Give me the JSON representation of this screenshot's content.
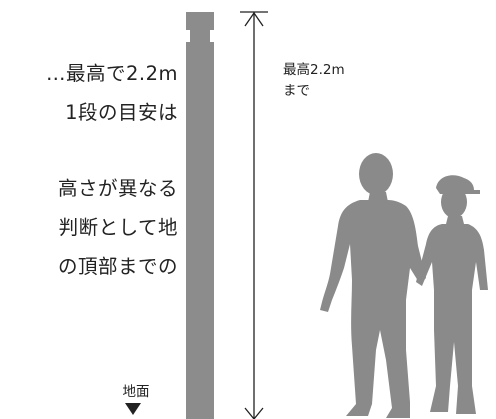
{
  "description": {
    "lines": [
      "…最高で2.2m",
      "1段の目安は",
      "",
      "高さが異なる",
      "判断として地",
      "の頂部までの"
    ]
  },
  "dimension": {
    "label_line1": "最高2.2m",
    "label_line2": "まで"
  },
  "ground": {
    "label": "地面"
  },
  "colors": {
    "silhouette": "#8a8a8a",
    "pole": "#8c8c8c",
    "line": "#222222",
    "text": "#222222"
  },
  "icons": {
    "ground_marker": "triangle-down-icon",
    "height_arrow": "arrow-up-icon"
  }
}
